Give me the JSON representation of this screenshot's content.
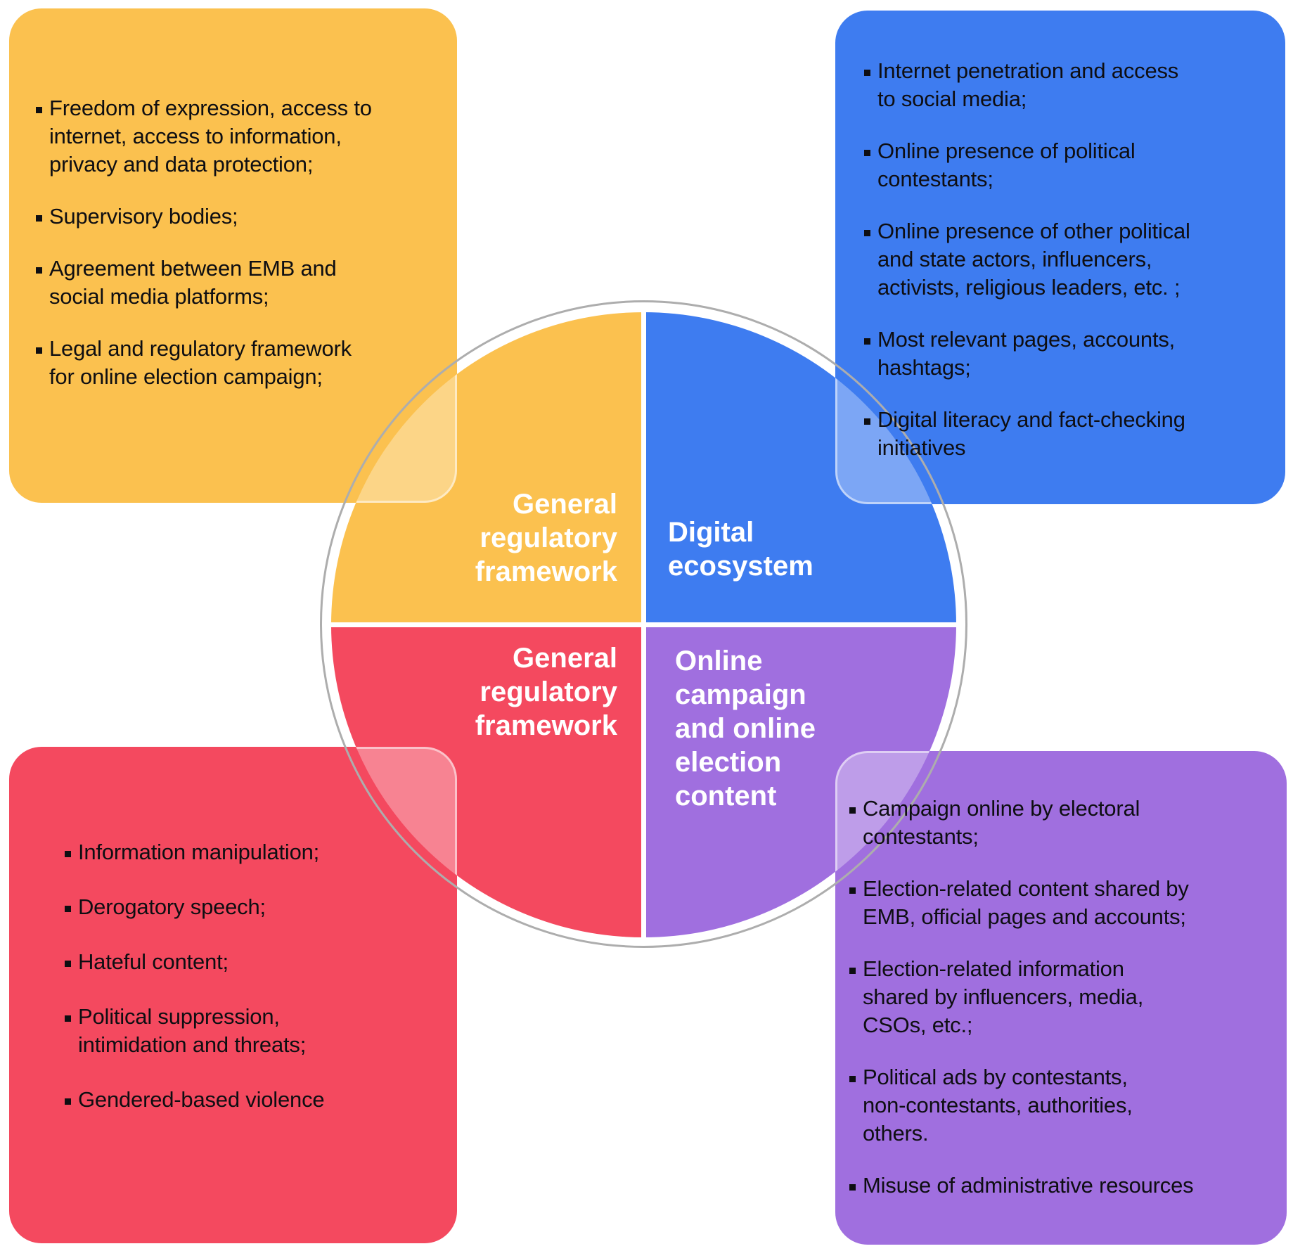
{
  "colors": {
    "yellow": "#FBC14F",
    "blue": "#3E7CF0",
    "red": "#F4495F",
    "purple": "#A06FDF",
    "ring_gray": "#ADADAD",
    "text_dark": "#0E0E12",
    "text_light": "#FFFFFF"
  },
  "quadrants": {
    "top_left": {
      "label": "General\nregulatory\nframework"
    },
    "top_right": {
      "label": "Digital\necosystem"
    },
    "bottom_left": {
      "label": "General\nregulatory\nframework"
    },
    "bottom_right": {
      "label": "Online\ncampaign\nand online\nelection\ncontent"
    }
  },
  "cards": {
    "top_left": {
      "items": [
        "Freedom of expression, access to\ninternet, access to information,\nprivacy and data protection;",
        "Supervisory bodies;",
        "Agreement between EMB and\nsocial media platforms;",
        "Legal and regulatory framework\nfor online election campaign;"
      ]
    },
    "top_right": {
      "items": [
        "Internet penetration and access\nto social media;",
        "Online presence of political\ncontestants;",
        "Online presence of other political\nand state actors, influencers,\nactivists, religious leaders, etc. ;",
        "Most relevant pages, accounts,\nhashtags;",
        "Digital literacy and fact-checking\ninitiatives"
      ]
    },
    "bottom_left": {
      "items": [
        "Information manipulation;",
        "Derogatory speech;",
        "Hateful content;",
        "Political suppression,\nintimidation and threats;",
        "Gendered-based violence"
      ]
    },
    "bottom_right": {
      "items": [
        "Campaign online by electoral\ncontestants;",
        "Election-related content shared by\nEMB, official pages and accounts;",
        "Election-related information\nshared by influencers, media,\nCSOs, etc.;",
        "Political ads by contestants,\nnon-contestants, authorities,\nothers.",
        "Misuse of administrative resources"
      ]
    }
  }
}
